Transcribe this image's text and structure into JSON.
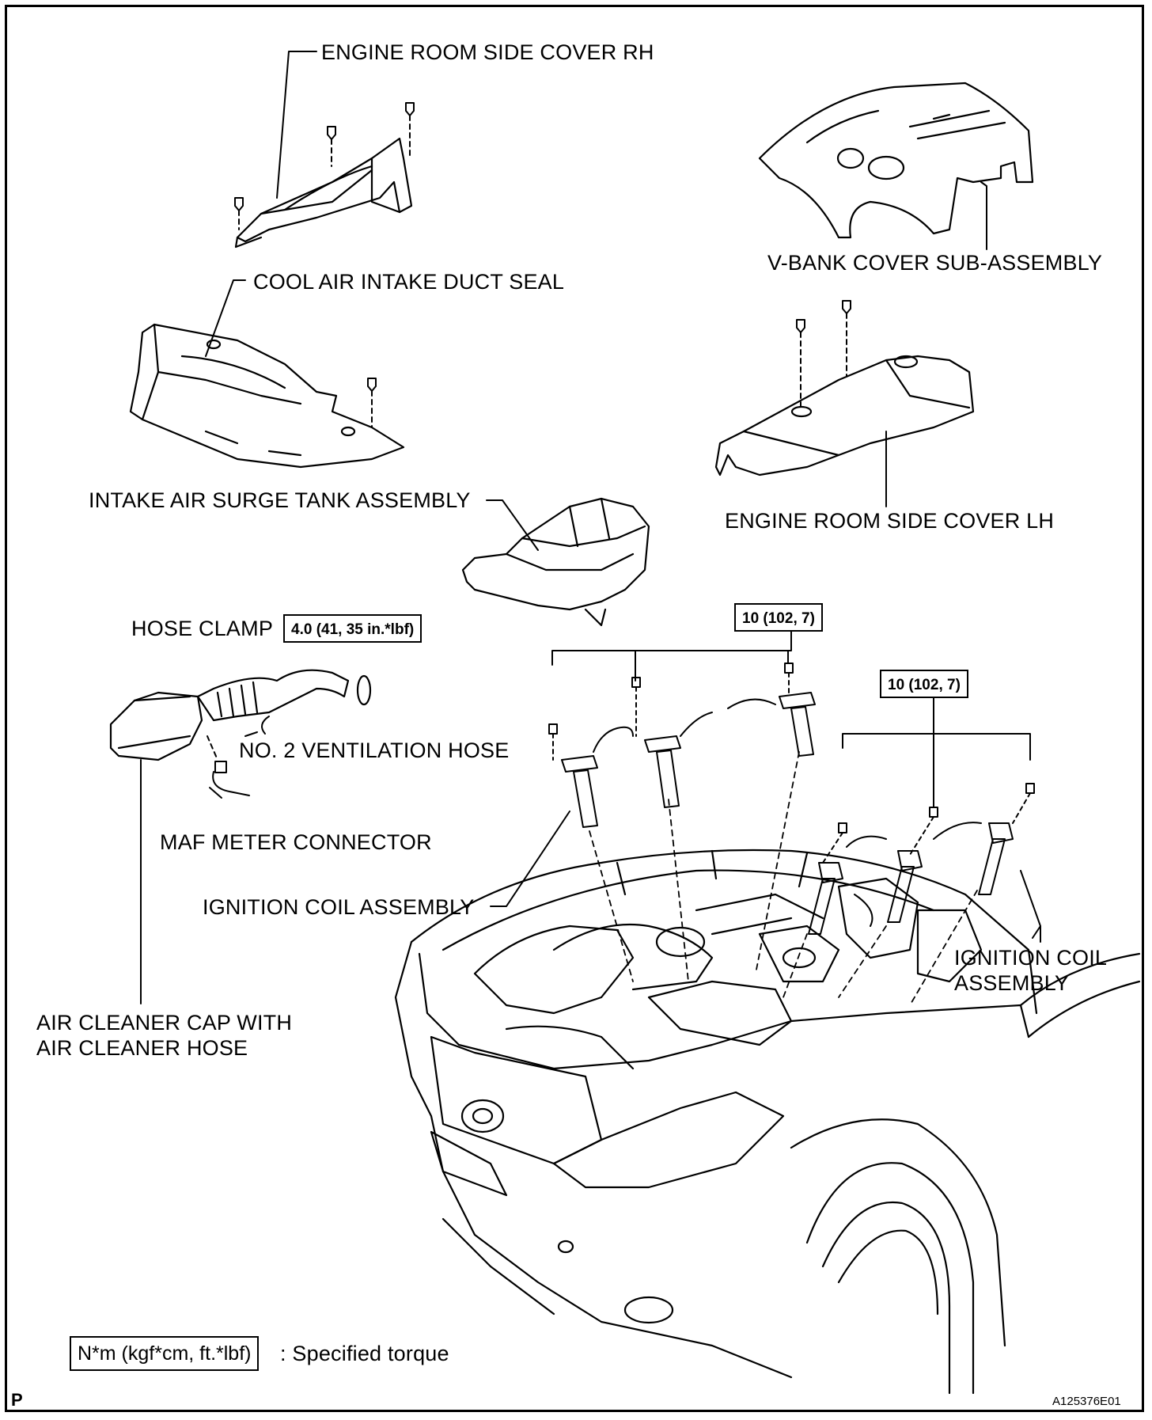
{
  "labels": {
    "engine_room_side_cover_rh": "ENGINE ROOM SIDE COVER RH",
    "v_bank_cover": "V-BANK COVER SUB-ASSEMBLY",
    "cool_air_intake_duct_seal": "COOL AIR INTAKE DUCT SEAL",
    "engine_room_side_cover_lh": "ENGINE ROOM SIDE COVER LH",
    "intake_air_surge_tank": "INTAKE AIR SURGE TANK ASSEMBLY",
    "hose_clamp": "HOSE CLAMP",
    "no2_ventilation_hose": "NO. 2 VENTILATION HOSE",
    "maf_meter_connector": "MAF METER CONNECTOR",
    "ignition_coil_left": "IGNITION COIL ASSEMBLY",
    "ignition_coil_right_line1": "IGNITION COIL",
    "ignition_coil_right_line2": "ASSEMBLY",
    "air_cleaner_cap_line1": "AIR CLEANER CAP WITH",
    "air_cleaner_cap_line2": "AIR CLEANER HOSE"
  },
  "torque": {
    "hose_clamp": "4.0 (41, 35 in.*lbf)",
    "coil_bank_left": "10 (102, 7)",
    "coil_bank_right": "10 (102, 7)"
  },
  "legend": {
    "box": "N*m (kgf*cm, ft.*lbf)",
    "text": ": Specified torque"
  },
  "corner": {
    "letter": "P",
    "figure_id": "A125376E01"
  }
}
